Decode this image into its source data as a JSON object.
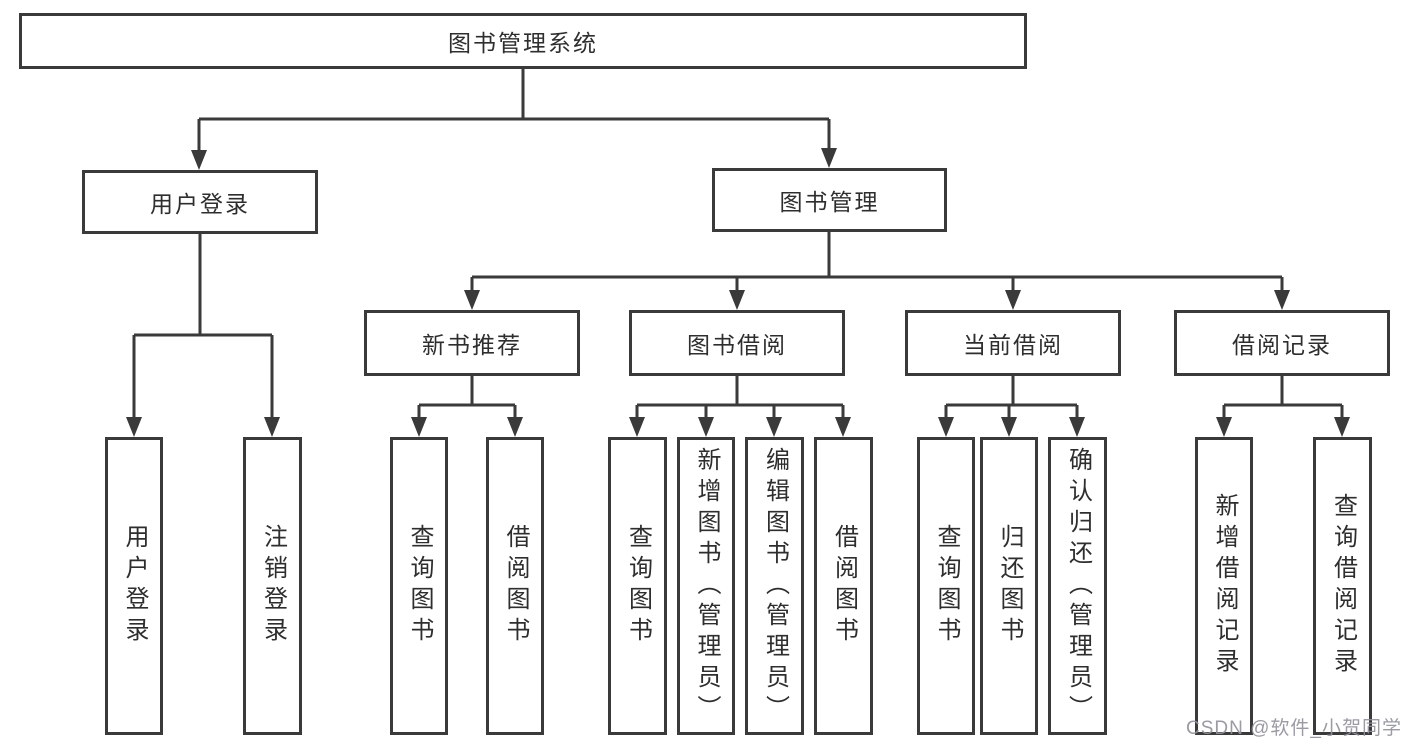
{
  "diagram": {
    "title": "图书管理系统",
    "root": {
      "label": "图书管理系统"
    },
    "level2": [
      {
        "label": "用户登录"
      },
      {
        "label": "图书管理"
      }
    ],
    "level3": [
      {
        "label": "新书推荐"
      },
      {
        "label": "图书借阅"
      },
      {
        "label": "当前借阅"
      },
      {
        "label": "借阅记录"
      }
    ],
    "leaves": [
      {
        "label": "用户登录"
      },
      {
        "label": "注销登录"
      },
      {
        "label": "查询图书"
      },
      {
        "label": "借阅图书"
      },
      {
        "label": "查询图书"
      },
      {
        "label": "新增图书（管理员）"
      },
      {
        "label": "编辑图书（管理员）"
      },
      {
        "label": "借阅图书"
      },
      {
        "label": "查询图书"
      },
      {
        "label": "归还图书"
      },
      {
        "label": "确认归还（管理员）"
      },
      {
        "label": "新增借阅记录"
      },
      {
        "label": "查询借阅记录"
      }
    ],
    "watermark": "CSDN @软件_小贺同学",
    "colors": {
      "line": "#3a3a3a",
      "border": "#3a3a3a",
      "text": "#2e2e2e",
      "watermark": "#91929b",
      "background": "#ffffff"
    }
  }
}
